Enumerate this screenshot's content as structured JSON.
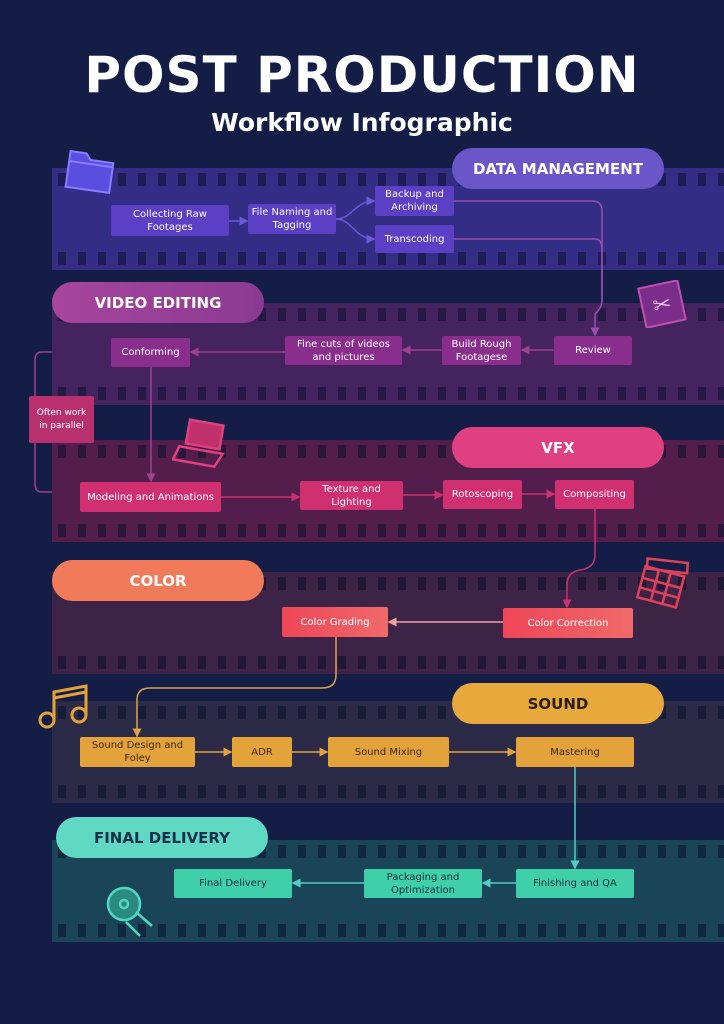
{
  "title": "POST PRODUCTION",
  "subtitle": "Workflow Infographic",
  "sections": {
    "data_management": {
      "label": "DATA MANAGEMENT",
      "color": "#6a55c9",
      "steps": [
        "Collecting Raw Footages",
        "File Naming and Tagging",
        "Backup and Archiving",
        "Transcoding"
      ]
    },
    "video_editing": {
      "label": "VIDEO EDITING",
      "color": "#9a3f97",
      "steps": [
        "Review",
        "Build Rough Footagese",
        "Fine cuts of videos and pictures",
        "Conforming"
      ],
      "note": "Often work in parallel"
    },
    "vfx": {
      "label": "VFX",
      "color": "#e0407f",
      "steps": [
        "Modeling and Animations",
        "Texture and Lighting",
        "Rotoscoping",
        "Compositing"
      ]
    },
    "color": {
      "label": "COLOR",
      "color": "#f07a5a",
      "steps": [
        "Color Correction",
        "Color Grading"
      ]
    },
    "sound": {
      "label": "SOUND",
      "color": "#e7a83c",
      "steps": [
        "Sound Design and Foley",
        "ADR",
        "Sound Mixing",
        "Mastering"
      ]
    },
    "final_delivery": {
      "label": "FINAL DELIVERY",
      "color": "#5fd8c4",
      "steps": [
        "Finishing and QA",
        "Packaging and Optimization",
        "Final Delivery"
      ]
    }
  }
}
